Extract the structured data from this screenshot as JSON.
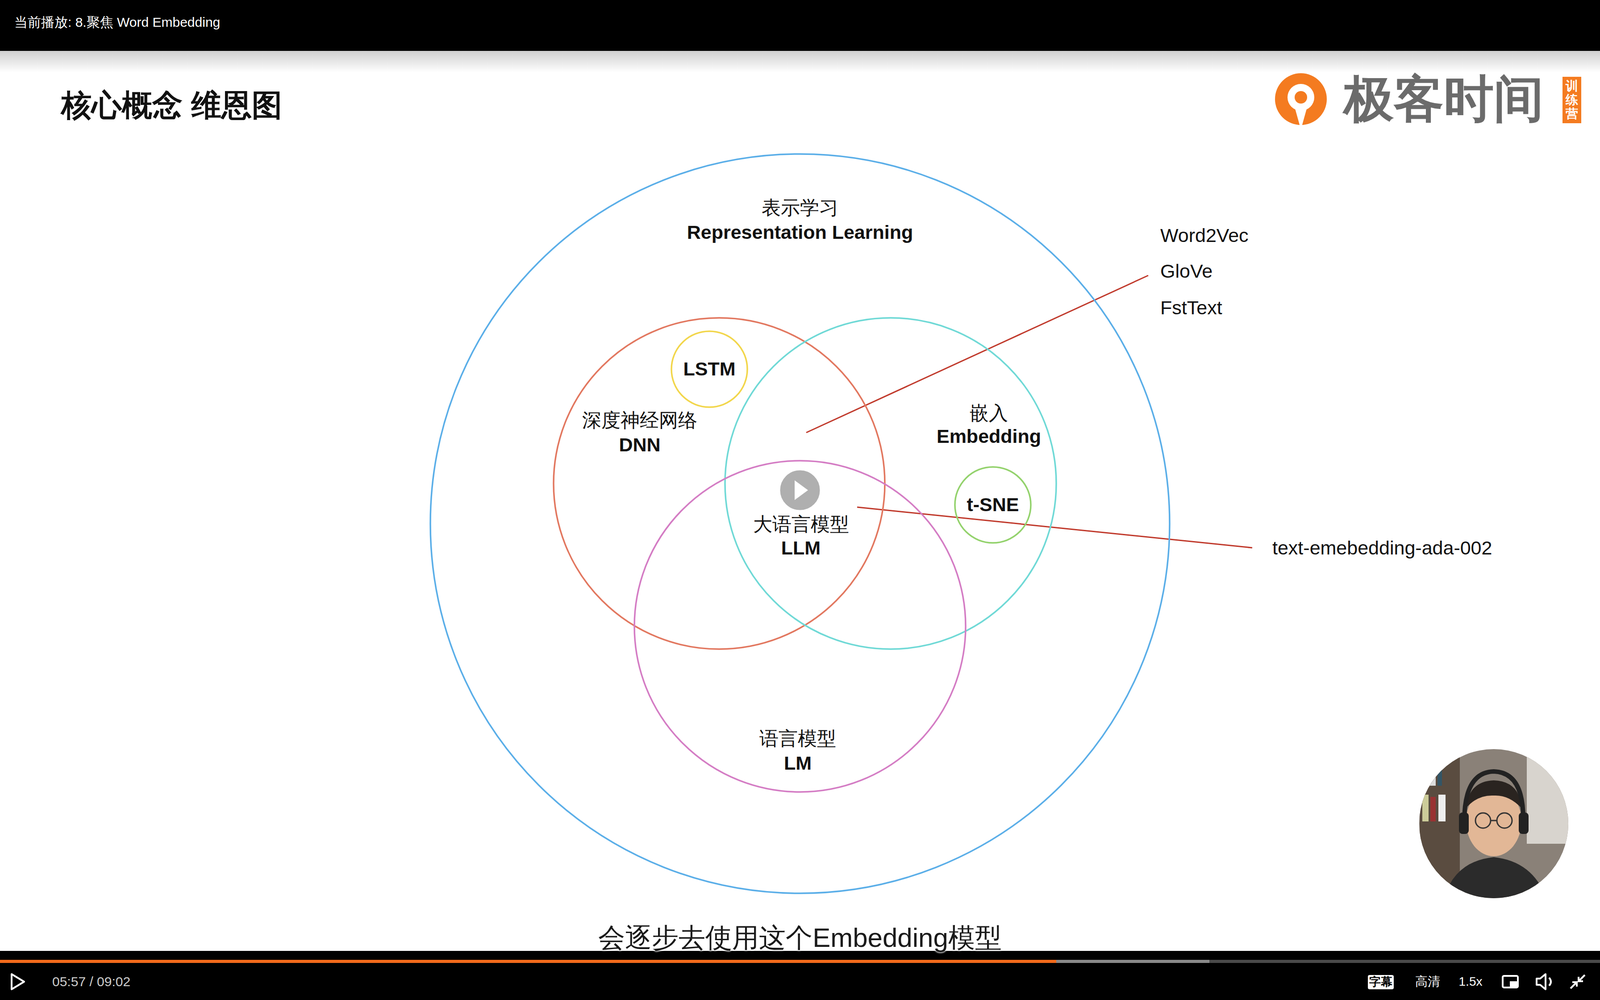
{
  "diagram": {
    "title": "核心概念 维恩图",
    "nodes": [
      {
        "text": [
          "表示学习",
          "Representation Learning"
        ]
      },
      {
        "text": [
          "深度神经网络",
          "DNN"
        ],
        "in": 0
      },
      {
        "text": [
          "LSTM"
        ],
        "in": 1
      },
      {
        "text": [
          "嵌入",
          "Embedding"
        ],
        "in": 0
      },
      {
        "text": [
          "t-SNE"
        ],
        "in": 3
      },
      {
        "text": [
          "语言模型",
          "LM"
        ],
        "in": 0
      }
    ],
    "labels": [
      "当前播放: 8.聚焦 Word Embedding",
      "极客时间",
      "训练营",
      "大语言模型",
      "LLM",
      "Word2Vec",
      "GloVe",
      "FstText",
      "text-emebedding-ada-002",
      "会逐步去使用这个Embedding模型",
      "05:57 / 09:02",
      "字幕",
      "高清",
      "1.5x"
    ]
  }
}
